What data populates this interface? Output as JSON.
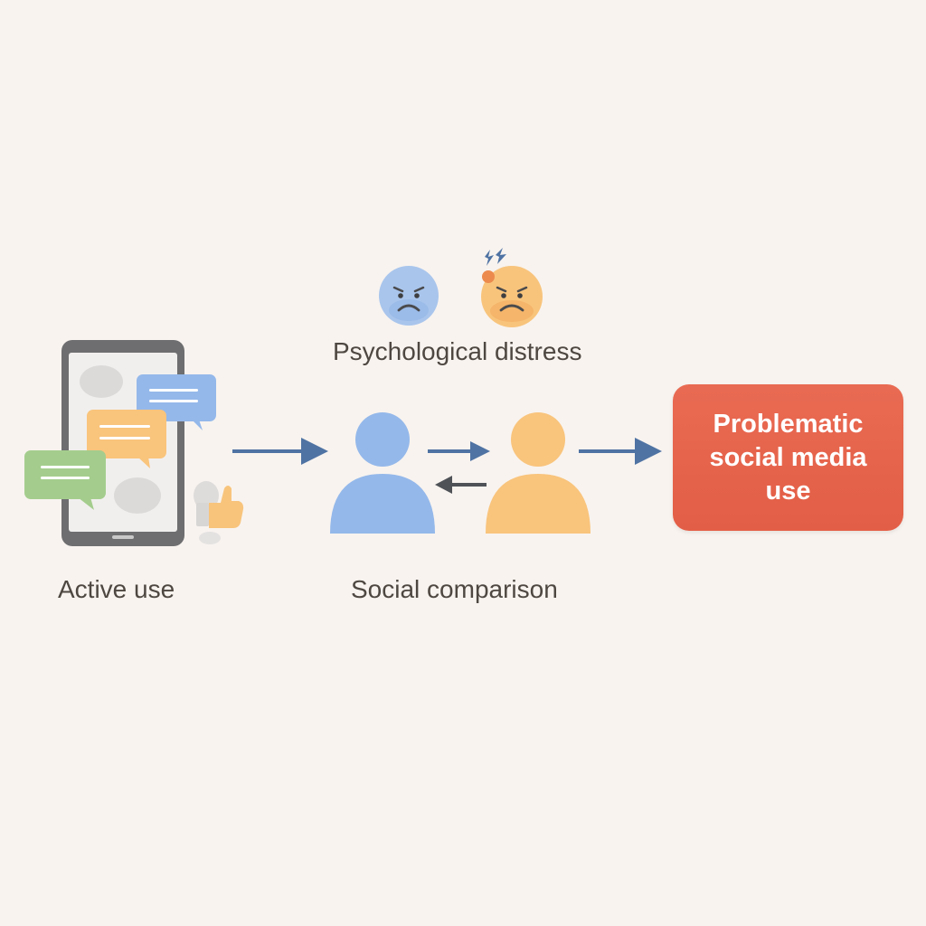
{
  "diagram": {
    "stages": {
      "active_use": "Active use",
      "social_comparison": "Social comparison",
      "psychological_distress": "Psychological distress",
      "outcome": "Problematic social media use"
    },
    "icons": {
      "phone": "smartphone-icon",
      "chat": "chat-bubble-icon",
      "like": "thumbs-up-icon",
      "person_a": "person-icon",
      "person_b": "person-icon",
      "face_sad": "sad-face-icon",
      "face_stressed": "stressed-face-icon"
    },
    "colors": {
      "background": "#f8f3ef",
      "blue": "#8fb3e6",
      "orange": "#f8c47c",
      "green": "#a3cc8c",
      "red": "#e5634b",
      "arrow": "#4f73a3",
      "arrow_dark": "#4f5257",
      "text": "#4e4741"
    }
  }
}
